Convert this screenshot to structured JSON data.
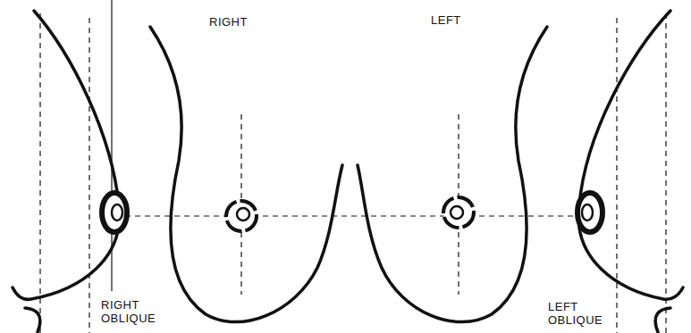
{
  "diagram": {
    "labels": [
      "RIGHT",
      "LEFT",
      "RIGHT OBLIQUE",
      "LEFT OBLIQUE"
    ]
  }
}
